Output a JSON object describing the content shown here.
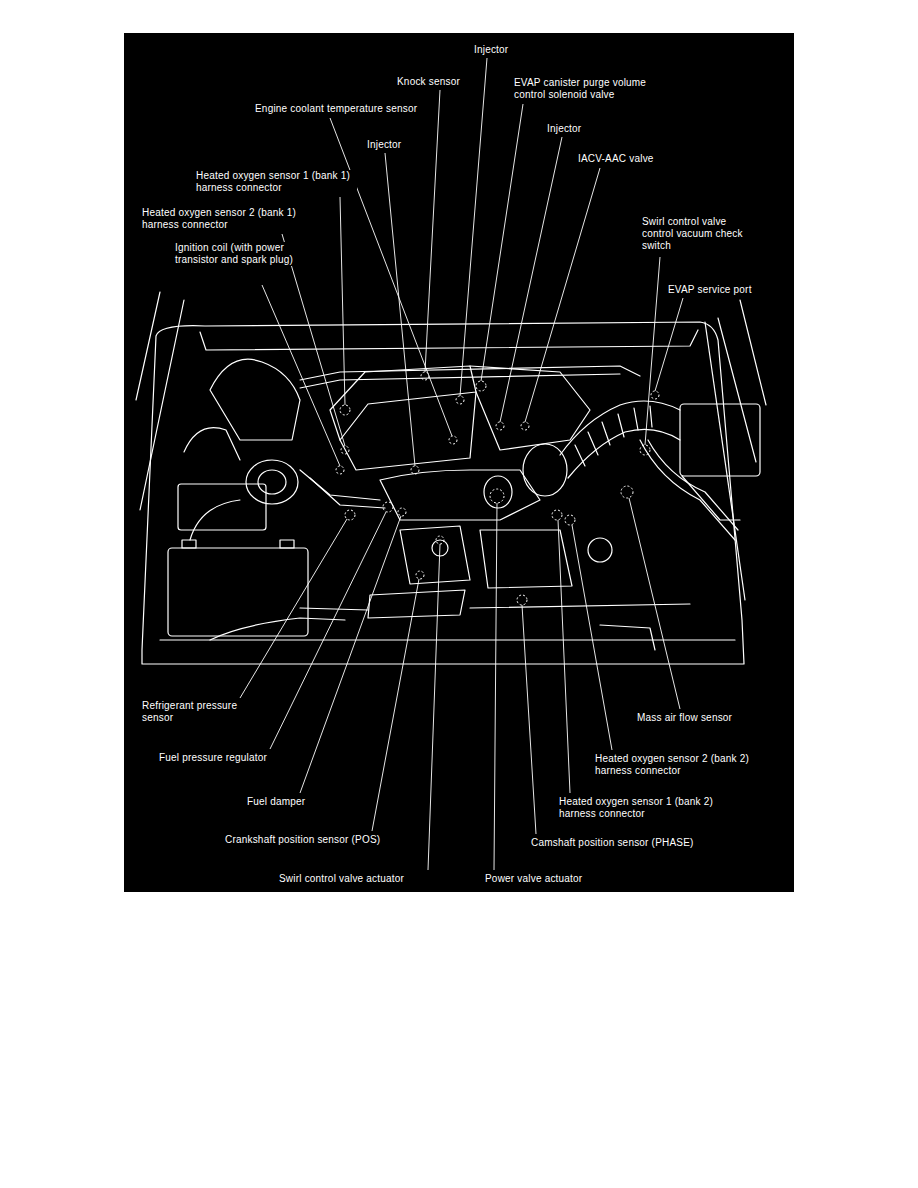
{
  "diagram": {
    "labels": [
      "Injector",
      "Knock sensor",
      "EVAP canister purge volume control solenoid valve",
      "Engine coolant temperature sensor",
      "Injector",
      "Injector",
      "IACV-AAC valve",
      "Heated oxygen sensor 1 (bank 1) harness connector",
      "Heated oxygen sensor 2 (bank 1) harness connector",
      "Ignition coil (with power transistor and spark plug)",
      "Swirl control valve control vacuum check switch",
      "EVAP service port",
      "Refrigerant pressure sensor",
      "Fuel pressure regulator",
      "Fuel damper",
      "Crankshaft position sensor (POS)",
      "Swirl control valve actuator",
      "Mass air flow sensor",
      "Heated oxygen sensor 2 (bank 2) harness connector",
      "Heated oxygen sensor 1 (bank 2) harness connector",
      "Camshaft position sensor (PHASE)",
      "Power valve actuator"
    ]
  }
}
